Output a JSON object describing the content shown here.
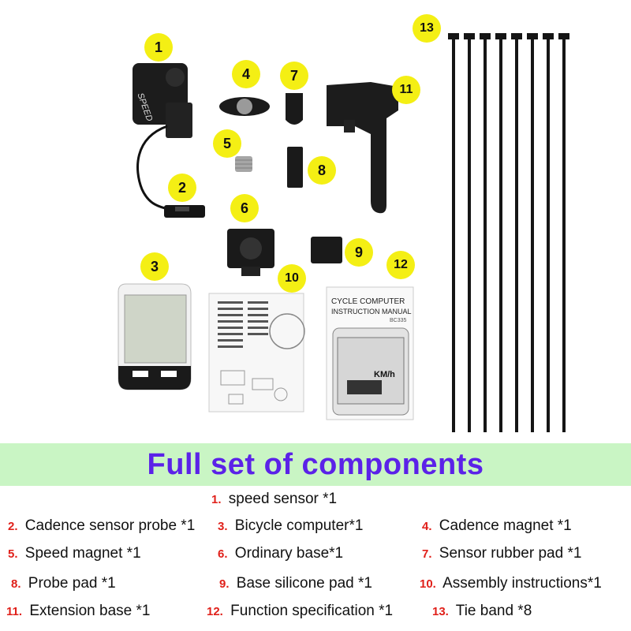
{
  "badges": [
    "1",
    "2",
    "3",
    "4",
    "5",
    "6",
    "7",
    "8",
    "9",
    "10",
    "11",
    "12",
    "13"
  ],
  "sensor_label": "SPEED",
  "manual": {
    "title_line1": "CYCLE COMPUTER",
    "title_line2": "INSTRUCTION MANUAL",
    "model": "BC335",
    "lcd_unit": "KM/h"
  },
  "banner_title": "Full set of components",
  "components": [
    {
      "num": "1.",
      "text": "speed sensor *1"
    },
    {
      "num": "2.",
      "text": "Cadence sensor probe *1"
    },
    {
      "num": "3.",
      "text": "Bicycle computer*1"
    },
    {
      "num": "4.",
      "text": "Cadence magnet *1"
    },
    {
      "num": "5.",
      "text": "Speed magnet *1"
    },
    {
      "num": "6.",
      "text": "Ordinary base*1"
    },
    {
      "num": "7.",
      "text": "Sensor rubber pad *1"
    },
    {
      "num": "8.",
      "text": "Probe pad *1"
    },
    {
      "num": "9.",
      "text": "Base silicone pad *1"
    },
    {
      "num": "10.",
      "text": "Assembly instructions*1"
    },
    {
      "num": "11.",
      "text": "Extension base *1"
    },
    {
      "num": "12.",
      "text": "Function specification *1"
    },
    {
      "num": "13.",
      "text": "Tie band *8"
    }
  ],
  "colors": {
    "badge": "#f4ef14",
    "banner_bg": "#c9f5c4",
    "banner_text": "#5b22e8",
    "item_number": "#e0201a"
  }
}
